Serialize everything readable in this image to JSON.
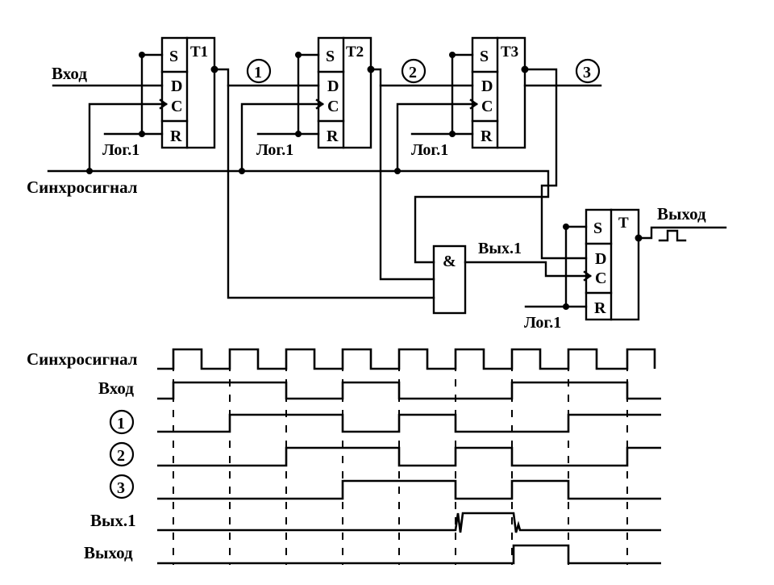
{
  "circuit": {
    "input_label": "Вход",
    "sync_label": "Синхросигнал",
    "output_label": "Выход",
    "and_symbol": "&",
    "and_output_label": "Вых.1",
    "log1_label": "Лог.1",
    "pin_s": "S",
    "pin_d": "D",
    "pin_c": "C",
    "pin_r": "R",
    "flipflops": [
      {
        "name": "T1"
      },
      {
        "name": "T2"
      },
      {
        "name": "T3"
      },
      {
        "name": "T"
      }
    ],
    "nodes": [
      {
        "label": "1"
      },
      {
        "label": "2"
      },
      {
        "label": "3"
      }
    ]
  },
  "timing": {
    "signals": [
      {
        "label": "Синхросигнал"
      },
      {
        "label": "Вход"
      },
      {
        "label": "1",
        "circled": true
      },
      {
        "label": "2",
        "circled": true
      },
      {
        "label": "3",
        "circled": true
      },
      {
        "label": "Вых.1"
      },
      {
        "label": "Выход"
      }
    ]
  }
}
